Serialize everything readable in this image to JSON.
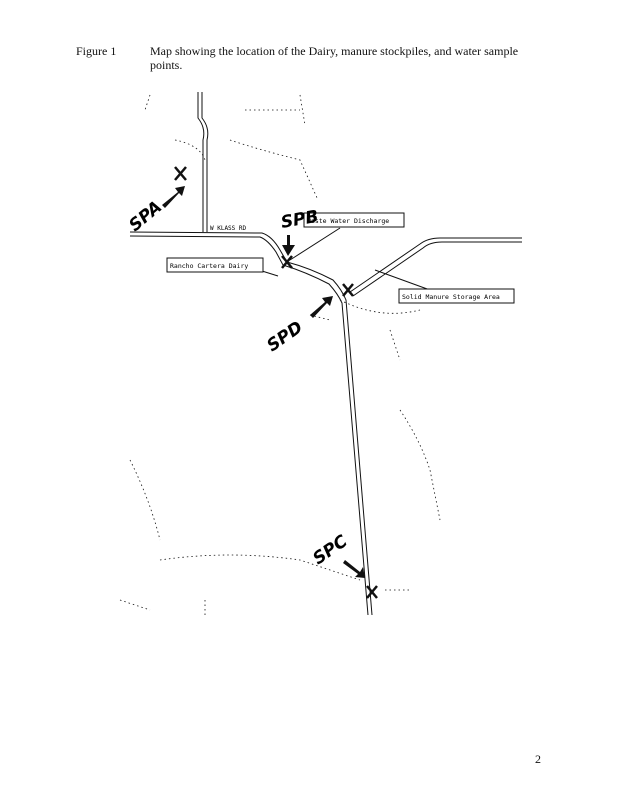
{
  "figure_label": "Figure 1",
  "caption": "Map showing the location of the Dairy, manure stockpiles, and water sample points.",
  "map": {
    "road_labels": {
      "klass": "W KLASS RD"
    },
    "callouts": {
      "waste_water": "Waste Water Discharge",
      "dairy": "Rancho Cartera Dairy",
      "manure": "Solid Manure Storage Area"
    },
    "sample_points": {
      "spa": "SPA",
      "spb": "SPB",
      "spd": "SPD",
      "spc": "SPC"
    }
  },
  "page_number": "2"
}
